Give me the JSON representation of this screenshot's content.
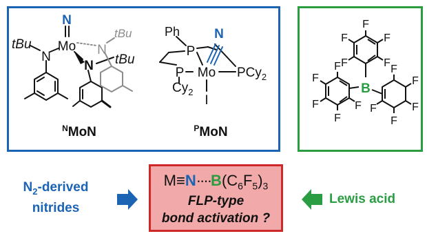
{
  "structures": {
    "nmon": {
      "caption_prefix": "N",
      "caption_main": "MoN",
      "atom_n_triple": "N",
      "atom_mo": "Mo",
      "atom_n_left": "N",
      "atom_n_right": "N",
      "atom_n_lower": "N",
      "tbu_left": "tBu",
      "tbu_right": "tBu",
      "tbu_gray": "tBu"
    },
    "pmon": {
      "caption_prefix": "P",
      "caption_main": "MoN",
      "ph": "Ph",
      "atom_p_top": "P",
      "atom_p_left": "P",
      "atom_mo": "Mo",
      "atom_n": "N",
      "pcy2_right": "PCy",
      "pcy2_right_sub": "2",
      "cy2_left": "Cy",
      "cy2_left_sub": "2",
      "iodide": "I"
    },
    "borane": {
      "atom_b": "B",
      "fluorine": "F"
    }
  },
  "scheme": {
    "left_line1_main": "N",
    "left_line1_sub": "2",
    "left_line1_rest": "-derived",
    "left_line2": "nitrides",
    "right_label": "Lewis acid",
    "formula_m": "M",
    "formula_triple": "≡",
    "formula_n": "N",
    "formula_dots": "····",
    "formula_b": "B",
    "formula_rest_1": "(C",
    "formula_sub_1": "6",
    "formula_rest_2": "F",
    "formula_sub_2": "5",
    "formula_rest_3": ")",
    "formula_sub_3": "3",
    "line1": "FLP-type",
    "line2": "bond activation ?"
  },
  "colors": {
    "blue": "#1b63b3",
    "green": "#2a9d43",
    "red_border": "#cf2828",
    "red_fill": "#f1aaa9",
    "gray_text": "#8c8c8c"
  }
}
